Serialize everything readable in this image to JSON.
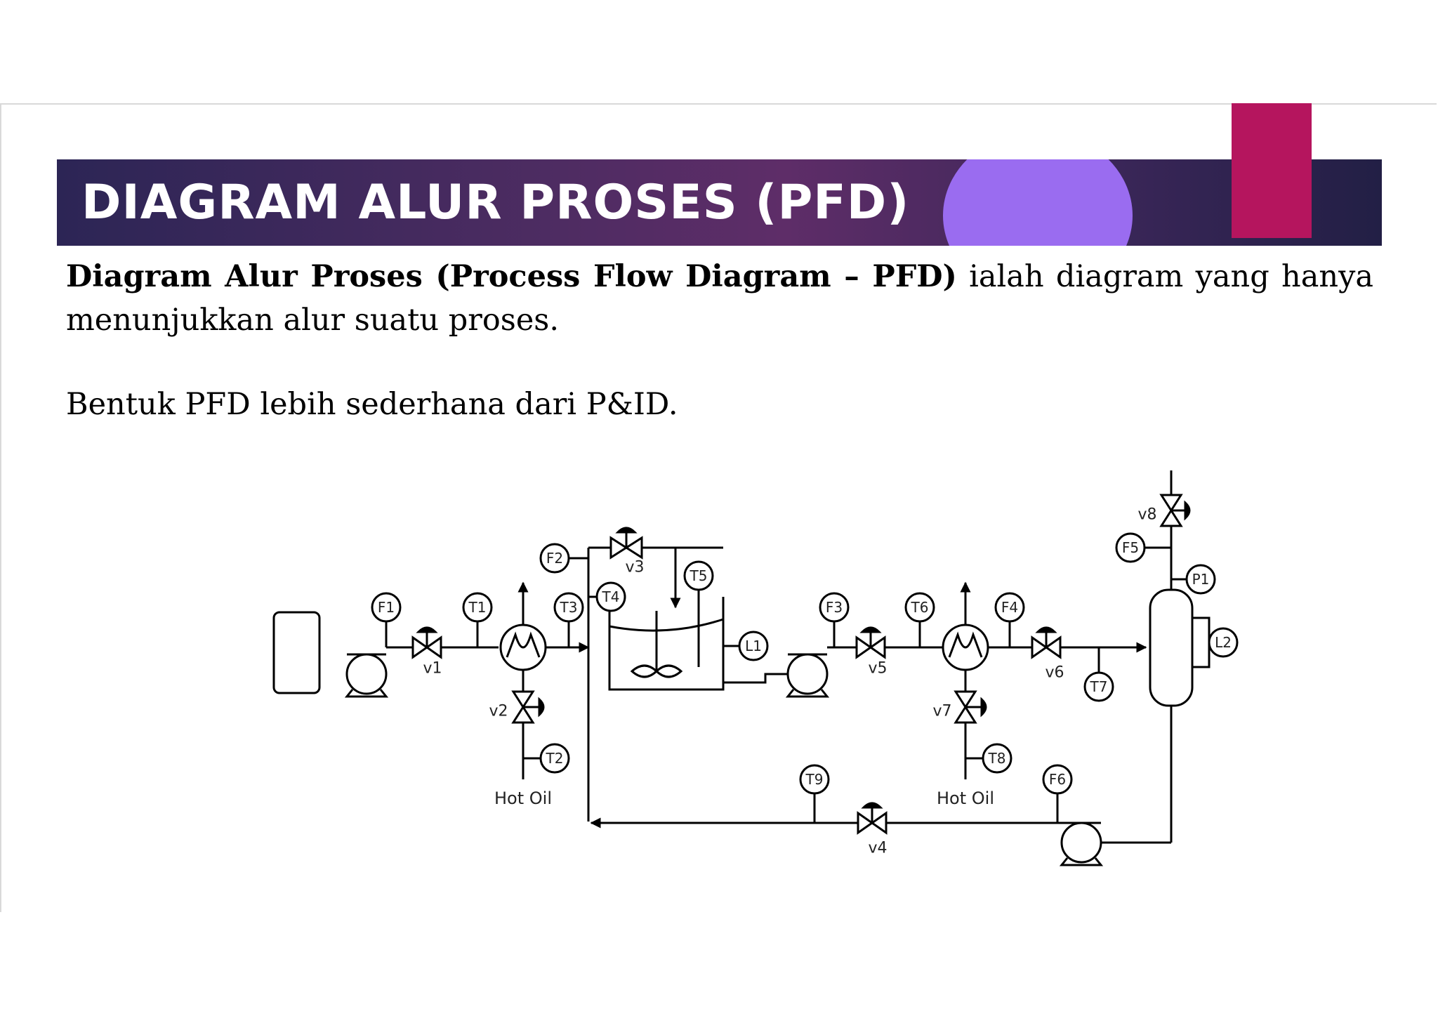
{
  "slide": {
    "title": "DIAGRAM ALUR PROSES (PFD)",
    "paragraph1_bold": "Diagram Alur Proses (Process Flow Diagram – PFD)",
    "paragraph1_rest": " ialah diagram yang hanya menunjukkan alur suatu proses.",
    "paragraph2": "Bentuk PFD lebih sederhana dari P&ID."
  },
  "colors": {
    "title_band": "#3a2658",
    "title_circle": "#9a6cf0",
    "accent": "#b5155e"
  },
  "diagram": {
    "instruments": {
      "F1": "F1",
      "F2": "F2",
      "F3": "F3",
      "F4": "F4",
      "F5": "F5",
      "F6": "F6",
      "T1": "T1",
      "T2": "T2",
      "T3": "T3",
      "T4": "T4",
      "T5": "T5",
      "T6": "T6",
      "T7": "T7",
      "T8": "T8",
      "T9": "T9",
      "L1": "L1",
      "L2": "L2",
      "P1": "P1"
    },
    "valves": {
      "v1": "v1",
      "v2": "v2",
      "v3": "v3",
      "v4": "v4",
      "v5": "v5",
      "v6": "v6",
      "v7": "v7",
      "v8": "v8"
    },
    "labels": {
      "hot_oil_left": "Hot Oil",
      "hot_oil_right": "Hot Oil"
    }
  }
}
